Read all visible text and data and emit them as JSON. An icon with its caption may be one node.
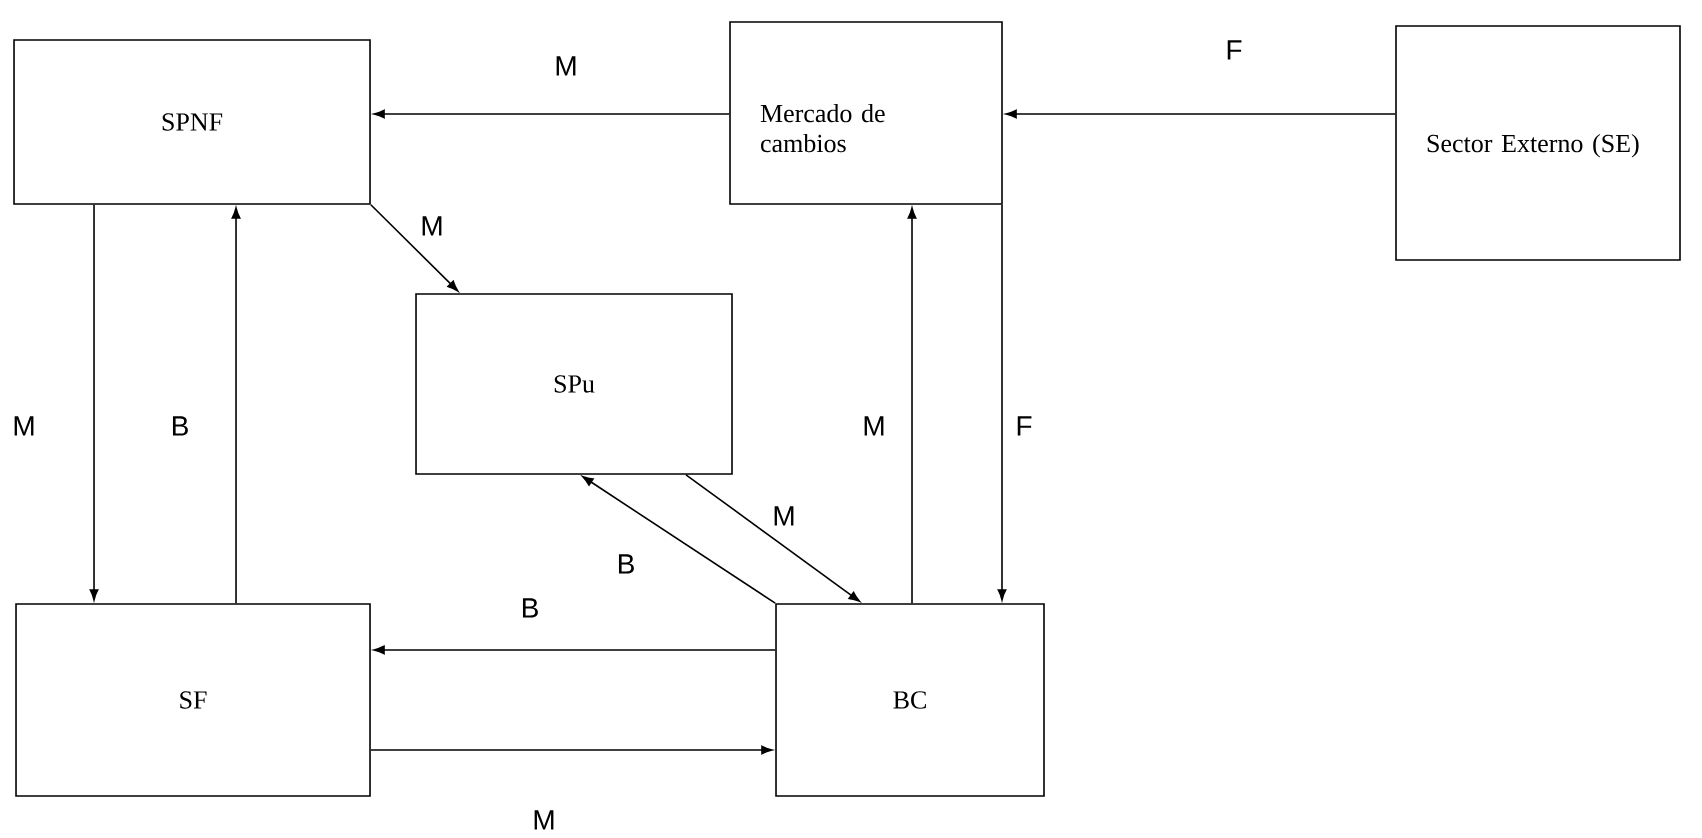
{
  "diagram": {
    "nodes": [
      {
        "text": [
          "SPNF"
        ]
      },
      {
        "text": [
          "Mercado de cambios"
        ]
      },
      {
        "text": [
          "Sector Externo (SE)"
        ]
      },
      {
        "text": [
          "SPu"
        ]
      },
      {
        "text": [
          "SF"
        ]
      },
      {
        "text": [
          "BC"
        ]
      }
    ],
    "edges": [
      {
        "from": 1,
        "to": 0,
        "arrow": "to",
        "label": "M"
      },
      {
        "from": 2,
        "to": 1,
        "arrow": "to",
        "label": "F"
      },
      {
        "from": 0,
        "to": 3,
        "arrow": "to",
        "label": "M"
      },
      {
        "from": 0,
        "to": 4,
        "arrow": "to",
        "label": "M"
      },
      {
        "from": 4,
        "to": 0,
        "arrow": "to",
        "label": "B"
      },
      {
        "from": 3,
        "to": 5,
        "arrow": "to",
        "label": "M"
      },
      {
        "from": 5,
        "to": 3,
        "arrow": "to",
        "label": "B"
      },
      {
        "from": 5,
        "to": 1,
        "arrow": "to",
        "label": "M"
      },
      {
        "from": 1,
        "to": 5,
        "arrow": "to",
        "label": "F"
      },
      {
        "from": 5,
        "to": 4,
        "arrow": "to",
        "label": "B"
      },
      {
        "from": 4,
        "to": 5,
        "arrow": "to",
        "label": "M"
      }
    ]
  }
}
